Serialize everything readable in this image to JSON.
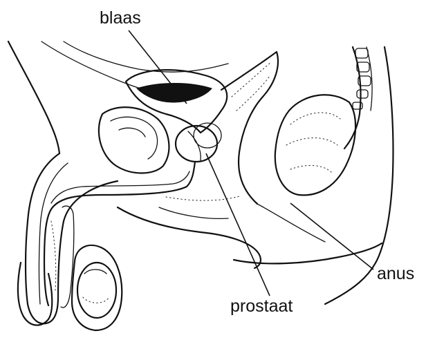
{
  "labels": {
    "bladder": "blaas",
    "prostate": "prostaat",
    "anus": "anus"
  },
  "colors": {
    "ink": "#111111",
    "background": "#ffffff"
  }
}
